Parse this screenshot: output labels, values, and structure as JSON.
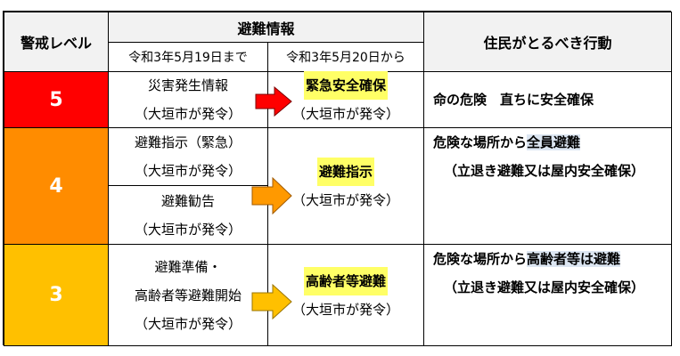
{
  "header": {
    "level": "警戒レベル",
    "evac_info": "避難情報",
    "until": "令和3年5月19日まで",
    "from": "令和3年5月20日から",
    "action": "住民がとるべき行動"
  },
  "colors": {
    "level5": "#ff0000",
    "level4": "#ff8c00",
    "level3": "#ffc000",
    "arrow_red": "#ff0000",
    "arrow_orange": "#ff9900",
    "arrow_yellow": "#ffc000",
    "highlight_yellow": "#ffff66",
    "highlight_blue": "#dce6f2"
  },
  "rows": {
    "r5": {
      "level": "5",
      "old_1": "災害発生情報",
      "old_2": "（大垣市が発令）",
      "new_1": "緊急安全確保",
      "new_2": "（大垣市が発令）",
      "action_1": "命の危険　直ちに安全確保"
    },
    "r4": {
      "level": "4",
      "old_a1": "避難指示（緊急）",
      "old_a2": "（大垣市が発令）",
      "old_b1": "避難勧告",
      "old_b2": "（大垣市が発令）",
      "new_1": "避難指示",
      "new_2": "（大垣市が発令）",
      "action_1a": "危険な場所から",
      "action_1b": "全員避難",
      "action_2": "（立退き避難又は屋内安全確保）"
    },
    "r3": {
      "level": "3",
      "old_1": "避難準備・",
      "old_2": "高齢者等避難開始",
      "old_3": "（大垣市が発令）",
      "new_1": "高齢者等避難",
      "new_2": "（大垣市が発令）",
      "action_1a": "危険な場所から",
      "action_1b": "高齢者等は避難",
      "action_2": "（立退き避難又は屋内安全確保）"
    }
  }
}
